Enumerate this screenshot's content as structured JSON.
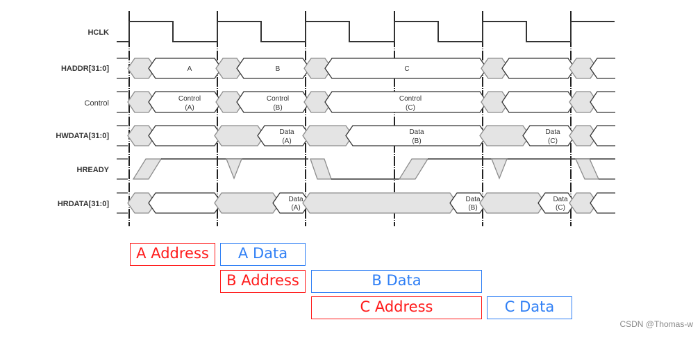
{
  "diagram": {
    "type": "timing-diagram",
    "signals": [
      {
        "id": "hclk",
        "label": "HCLK",
        "bold": true
      },
      {
        "id": "haddr",
        "label": "HADDR[31:0]",
        "bold": true
      },
      {
        "id": "control",
        "label": "Control",
        "bold": false
      },
      {
        "id": "hwdata",
        "label": "HWDATA[31:0]",
        "bold": true
      },
      {
        "id": "hready",
        "label": "HREADY",
        "bold": true
      },
      {
        "id": "hrdata",
        "label": "HRDATA[31:0]",
        "bold": true
      }
    ],
    "bus_labels": {
      "haddr": [
        "A",
        "B",
        "C"
      ],
      "control": [
        [
          "Control",
          "(A)"
        ],
        [
          "Control",
          "(B)"
        ],
        [
          "Control",
          "(C)"
        ]
      ],
      "hwdata": [
        [
          "Data",
          "(A)"
        ],
        [
          "Data",
          "(B)"
        ],
        [
          "Data",
          "(C)"
        ]
      ],
      "hrdata": [
        [
          "Data",
          "(A)"
        ],
        [
          "Data",
          "(B)"
        ],
        [
          "Data",
          "(C)"
        ]
      ]
    },
    "clock_cycles": 6,
    "colors": {
      "line": "#333333",
      "hatch_fill": "#e4e4e4",
      "hatch_stroke": "#8c8c8c",
      "address": "#ff1a1a",
      "data": "#2f7ff5"
    }
  },
  "phases": [
    {
      "id": "a-address",
      "label": "A Address",
      "kind": "address"
    },
    {
      "id": "a-data",
      "label": "A Data",
      "kind": "data"
    },
    {
      "id": "b-address",
      "label": "B Address",
      "kind": "address"
    },
    {
      "id": "b-data",
      "label": "B Data",
      "kind": "data"
    },
    {
      "id": "c-address",
      "label": "C Address",
      "kind": "address"
    },
    {
      "id": "c-data",
      "label": "C Data",
      "kind": "data"
    }
  ],
  "watermark": "CSDN @Thomas-w"
}
